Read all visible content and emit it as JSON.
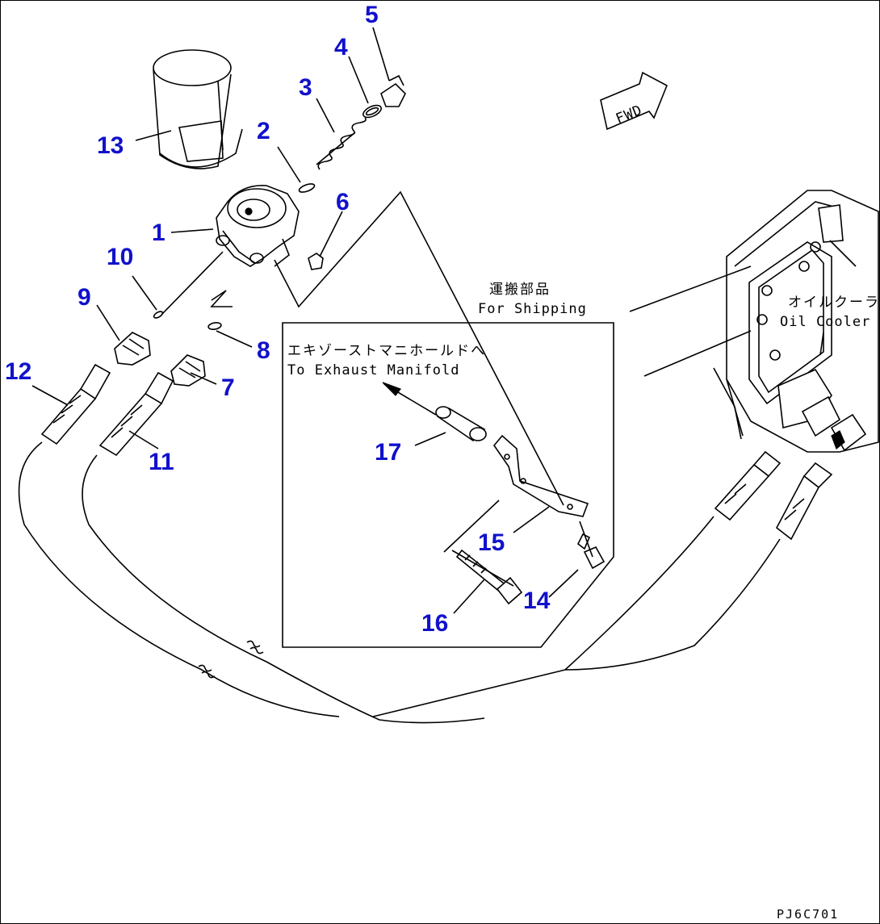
{
  "diagram": {
    "part_numbers": [
      "1",
      "2",
      "3",
      "4",
      "5",
      "6",
      "7",
      "8",
      "9",
      "10",
      "11",
      "12",
      "13",
      "14",
      "15",
      "16",
      "17"
    ],
    "labels": {
      "fwd": "FWD",
      "shipping_jp": "運搬部品",
      "shipping_en": "For Shipping",
      "exhaust_jp": "エキゾーストマニホールドへ",
      "exhaust_en": "To Exhaust Manifold",
      "oil_cooler_jp": "オイルクーラ",
      "oil_cooler_en": "Oil Cooler",
      "drawing_code": "PJ6C701"
    }
  }
}
